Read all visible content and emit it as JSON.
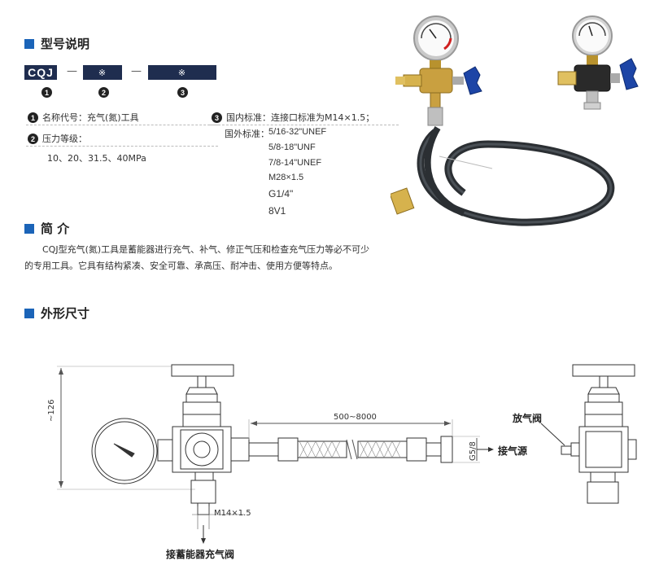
{
  "sections": {
    "model": "型号说明",
    "intro": "简 介",
    "dimensions": "外形尺寸"
  },
  "model_code": {
    "prefix": "CQJ",
    "placeholder1": "※",
    "placeholder2": "※",
    "dash": "—",
    "markers": [
      "1",
      "2",
      "3"
    ]
  },
  "legend": {
    "item1_label": "名称代号：充气(氮)工具",
    "item2_label": "压力等级：",
    "item2_values": "10、20、31.5、40MPa",
    "item3_label": "国内标准：连接口标准为M14×1.5；",
    "item3_foreign_label": "国外标准：",
    "foreign_standards": [
      "5/16-32\"UNEF",
      "5/8-18\"UNF",
      "7/8-14\"UNEF",
      "M28×1.5",
      "G1/4\"",
      "8V1"
    ]
  },
  "intro": {
    "line1": "CQJ型充气(氮)工具是蓄能器进行充气、补气、修正气压和检查充气压力等必不可少",
    "line2": "的专用工具。它具有结构紧凑、安全可靠、承高压、耐冲击、使用方便等特点。"
  },
  "drawing": {
    "dim_height": "~126",
    "dim_length": "500~8000",
    "dim_thread": "M14×1.5",
    "dim_port": "G5/8",
    "label_valve": "放气阀",
    "label_source": "接气源",
    "label_accumulator": "接蓄能器充气阀"
  },
  "colors": {
    "accent": "#1b64b8",
    "code_box": "#1f2d4f"
  }
}
